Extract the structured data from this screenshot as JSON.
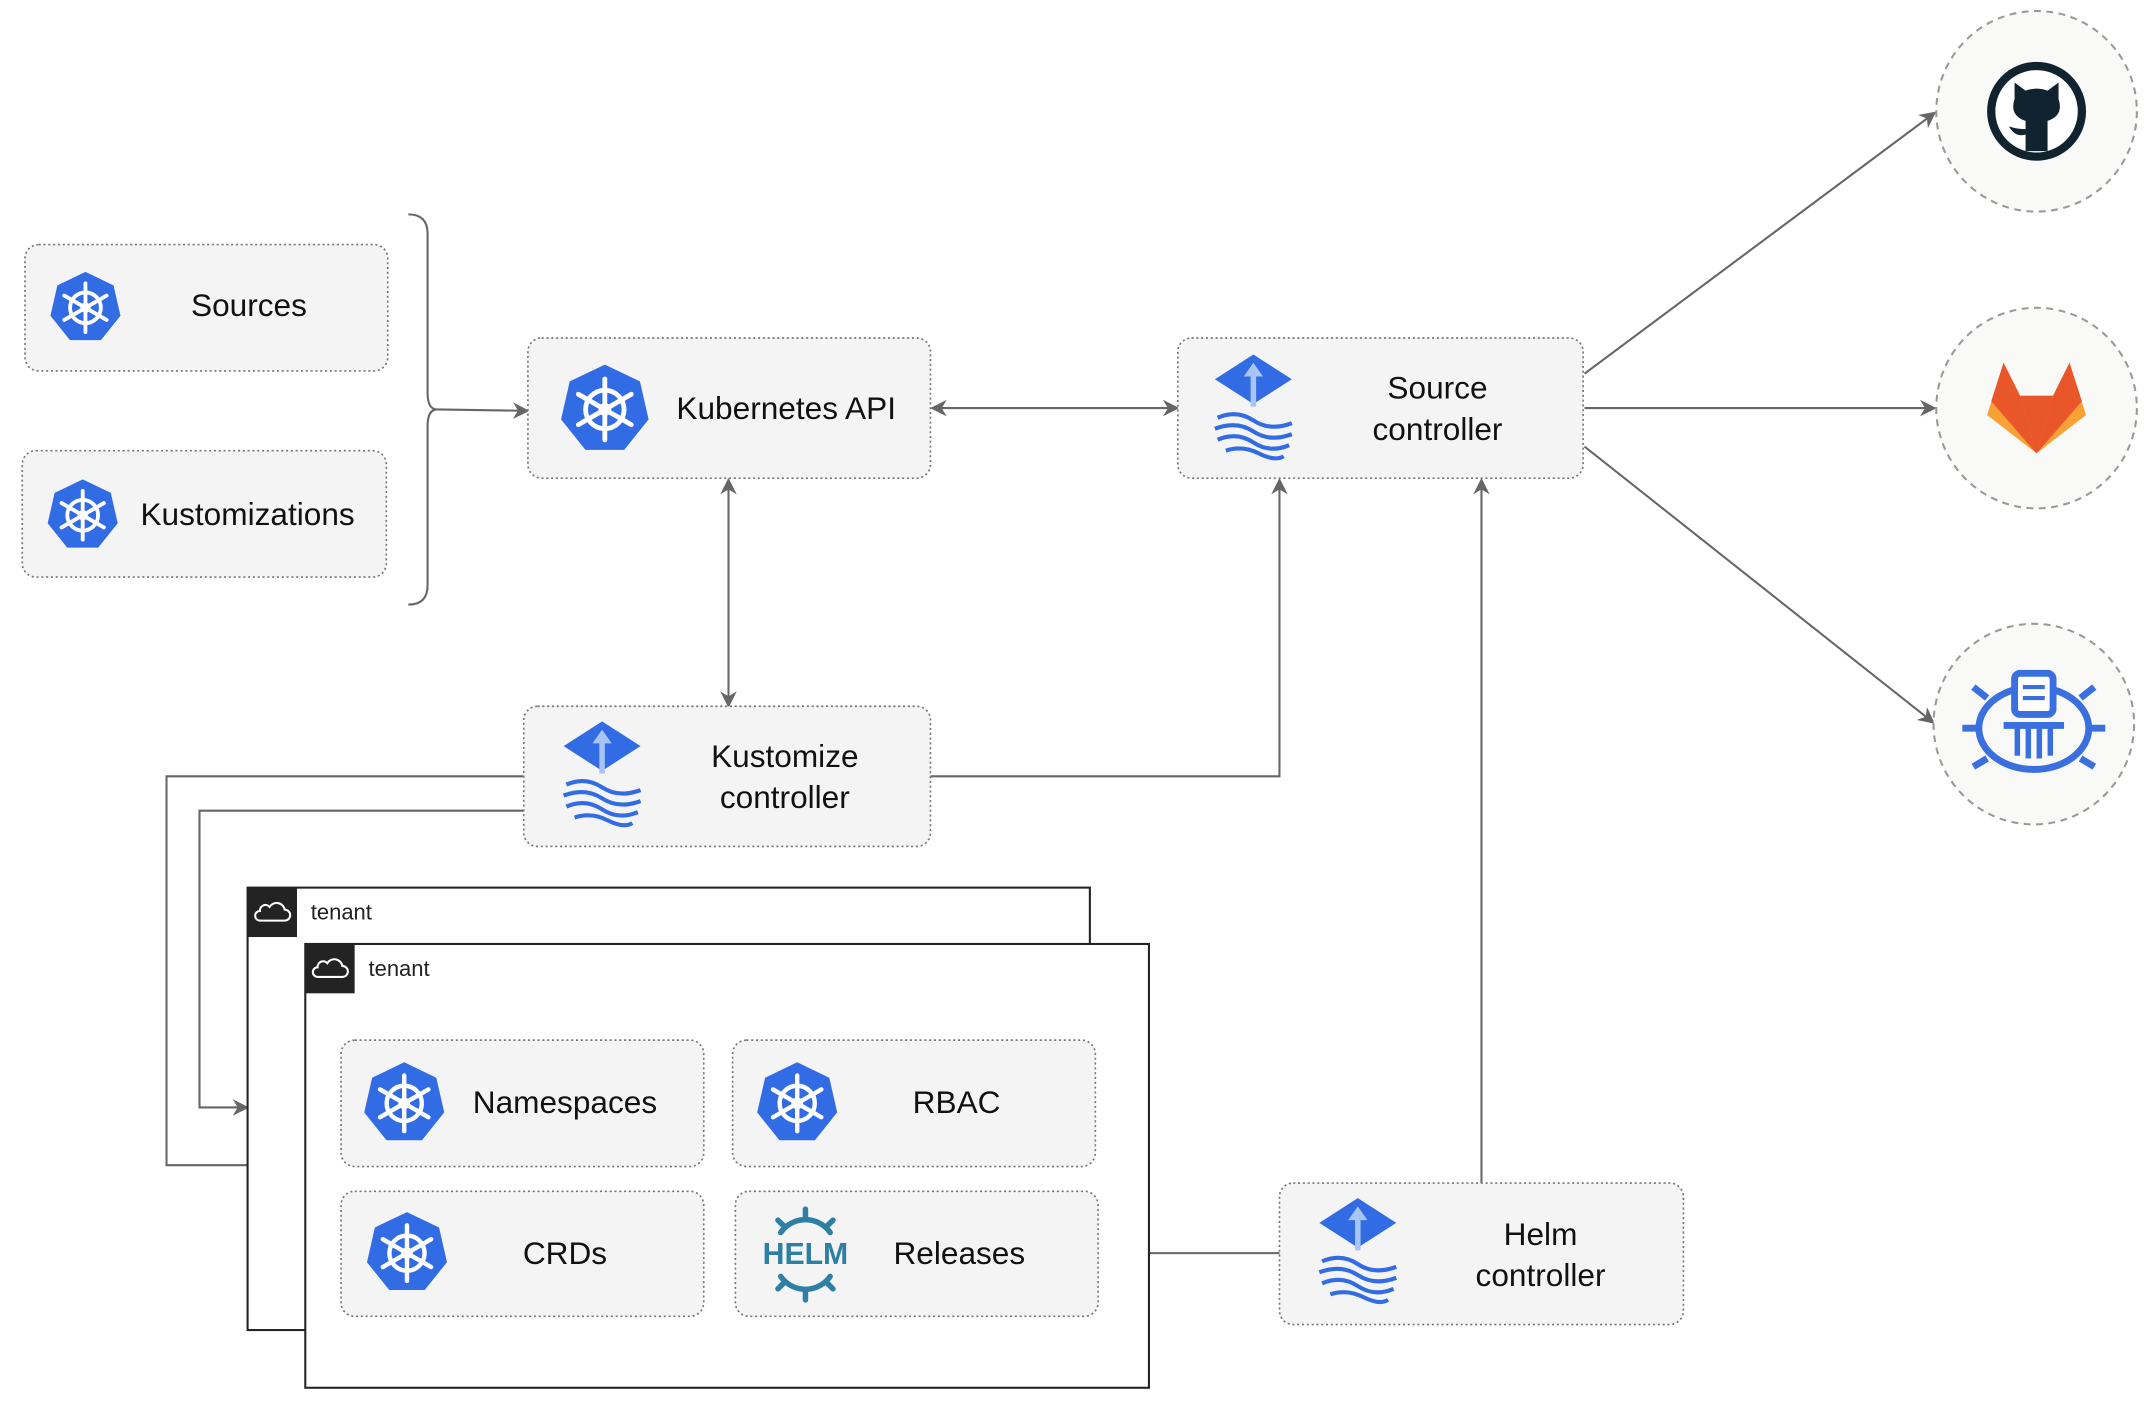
{
  "nodes": {
    "sources": "Sources",
    "kustomizations": "Kustomizations",
    "kubernetes_api": "Kubernetes API",
    "source_controller": [
      "Source",
      "controller"
    ],
    "kustomize_controller": [
      "Kustomize",
      "controller"
    ],
    "helm_controller": [
      "Helm",
      "controller"
    ],
    "namespaces": "Namespaces",
    "rbac": "RBAC",
    "crds": "CRDs",
    "releases": "Releases"
  },
  "tenants": [
    "tenant",
    "tenant"
  ],
  "icons": {
    "kubernetes": "kubernetes-icon",
    "flux": "flux-icon",
    "helm": "helm-icon",
    "github": "github-icon",
    "gitlab": "gitlab-icon",
    "bucket": "bucket-icon",
    "cloud": "cloud-icon"
  },
  "helm_logo_text": "HELM",
  "colors": {
    "k8s_blue": "#326ce5",
    "flux_blue": "#3a6fe0",
    "helm": "#2e7fa4",
    "github": "#10232f",
    "gitlab_dark": "#e8562a",
    "gitlab_light": "#f9a134"
  }
}
